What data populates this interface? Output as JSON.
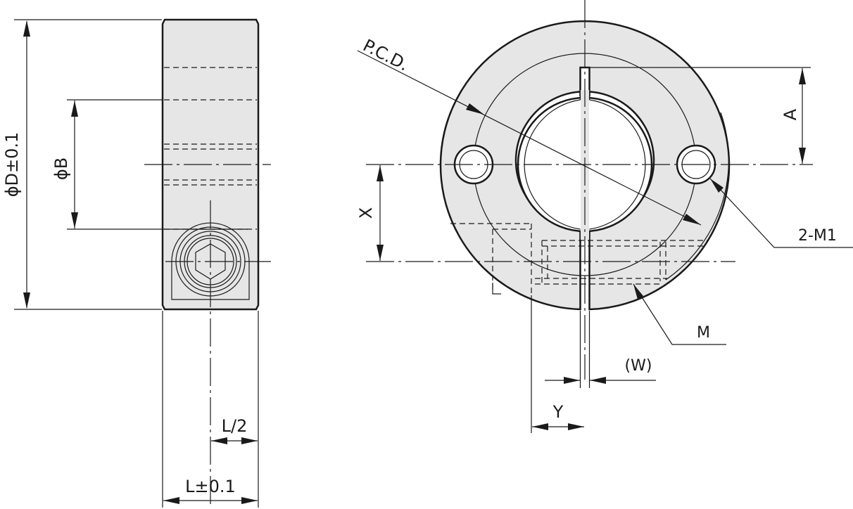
{
  "side_view": {
    "label_diameter_D": "ϕD±0.1",
    "label_diameter_B": "ϕB",
    "label_half_length": "L/2",
    "label_length": "L±0.1"
  },
  "front_view": {
    "label_pcd": "P.C.D.",
    "label_A": "A",
    "label_X": "X",
    "label_mounting_holes": "2-M1",
    "label_clamp_screw": "M",
    "label_slit_width": "(W)",
    "label_Y": "Y"
  },
  "colors": {
    "part_fill": "#e6e6e6",
    "line": "#1a1a1a",
    "background": "#ffffff"
  }
}
